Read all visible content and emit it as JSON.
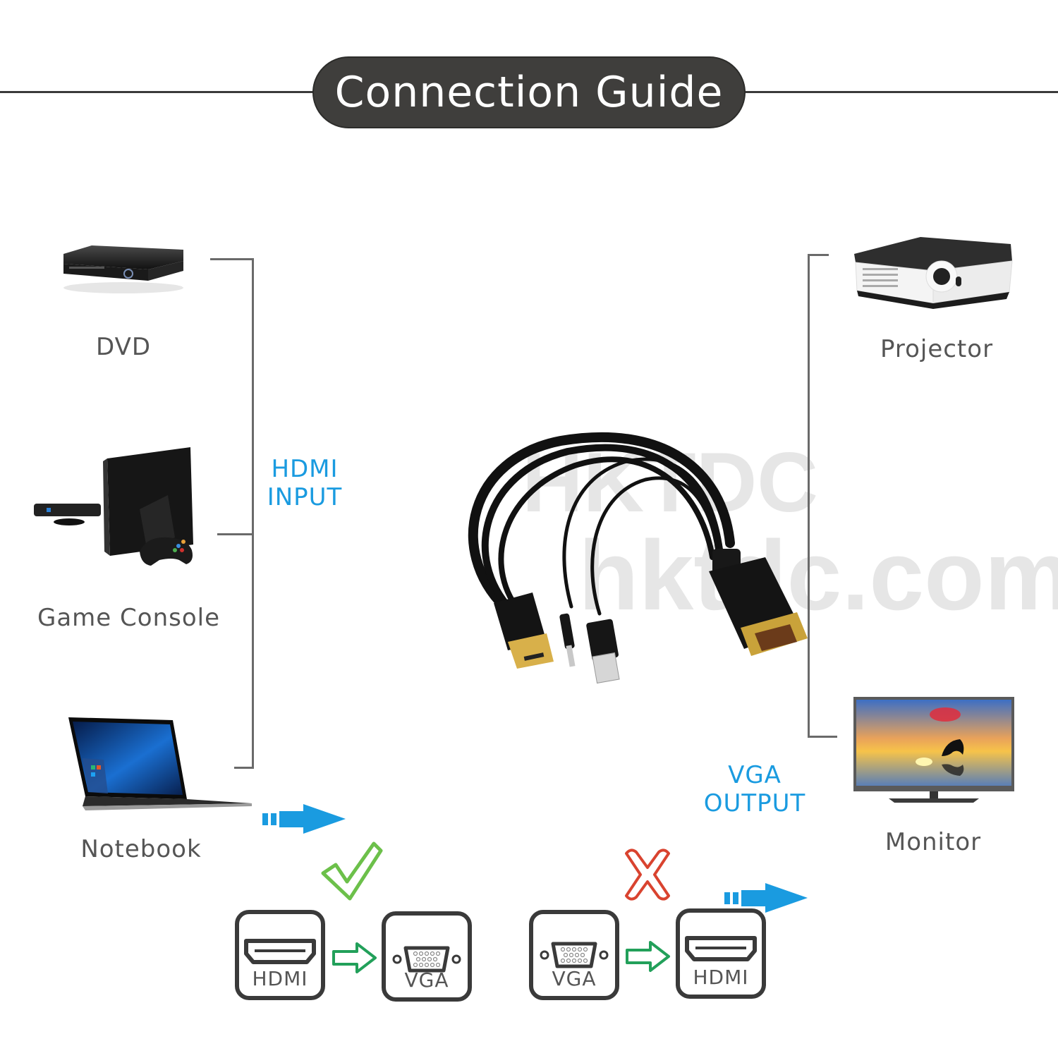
{
  "header": {
    "title": "Connection Guide"
  },
  "inputs": {
    "flow_label_line1": "HDMI",
    "flow_label_line2": "INPUT",
    "devices": [
      {
        "label": "DVD",
        "icon": "dvd-player-image"
      },
      {
        "label": "Game Console",
        "icon": "game-console-image"
      },
      {
        "label": "Notebook",
        "icon": "laptop-image"
      }
    ]
  },
  "center": {
    "product": "hdmi-to-vga-cable-image"
  },
  "outputs": {
    "flow_label_line1": "VGA",
    "flow_label_line2": "OUTPUT",
    "devices": [
      {
        "label": "Projector",
        "icon": "projector-image"
      },
      {
        "label": "Monitor",
        "icon": "monitor-image"
      }
    ]
  },
  "watermark": {
    "line1": "HKTDC",
    "line2": "hktdc.com"
  },
  "direction_examples": [
    {
      "status": "supported",
      "from": "HDMI",
      "to": "VGA",
      "mark_icon": "check-icon"
    },
    {
      "status": "not-supported",
      "from": "VGA",
      "to": "HDMI",
      "mark_icon": "cross-icon"
    }
  ],
  "colors": {
    "accent_blue": "#1a9be0",
    "check_green": "#6cc04a",
    "cross_red": "#d9432f",
    "arrow_green": "#22a05a",
    "pill_dark": "#3f3e3c"
  }
}
